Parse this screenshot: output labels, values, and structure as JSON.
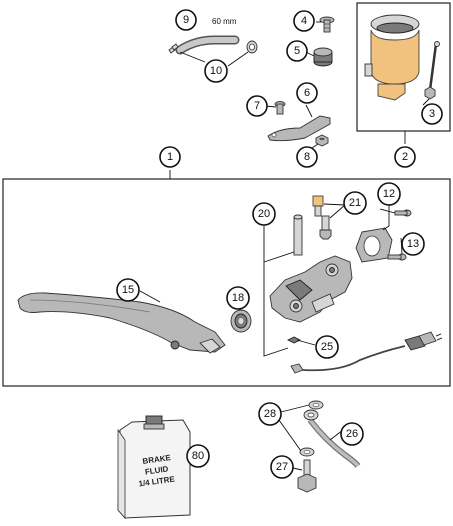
{
  "measurement": {
    "text": "60 mm"
  },
  "bottle": {
    "lines": [
      "BRAKE",
      "FLUID",
      "1/4 LITRE"
    ]
  },
  "callouts": {
    "c1": "1",
    "c2": "2",
    "c3": "3",
    "c4": "4",
    "c5": "5",
    "c6": "6",
    "c7": "7",
    "c8": "8",
    "c9": "9",
    "c10": "10",
    "c12": "12",
    "c13": "13",
    "c15": "15",
    "c18": "18",
    "c20": "20",
    "c21": "21",
    "c25": "25",
    "c26": "26",
    "c27": "27",
    "c28": "28",
    "c80": "80"
  },
  "colors": {
    "reservoir": "#f1c27d",
    "outline": "#222222",
    "part_grey": "#b8b8b8"
  }
}
